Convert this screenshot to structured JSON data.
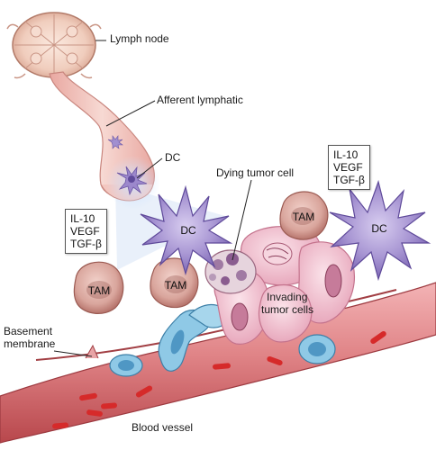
{
  "labels": {
    "lymph_node": "Lymph node",
    "afferent_lymphatic": "Afferent lymphatic",
    "dc_small": "DC",
    "dying_tumor_cell": "Dying tumor cell",
    "basement_membrane_line1": "Basement",
    "basement_membrane_line2": "membrane",
    "invading_line1": "Invading",
    "invading_line2": "tumor cells",
    "blood_vessel": "Blood vessel"
  },
  "cells": {
    "dc_left": "DC",
    "dc_right": "DC",
    "tam_top": "TAM",
    "tam_left": "TAM",
    "tam_middle": "TAM"
  },
  "cytokine_box_left": {
    "line1": "IL-10",
    "line2": "VEGF",
    "line3": "TGF-β"
  },
  "cytokine_box_right": {
    "line1": "IL-10",
    "line2": "VEGF",
    "line3": "TGF-β"
  },
  "colors": {
    "dc_purple": "#9a86c9",
    "tam_pink": "#c98d86",
    "tumor_pink": "#f0c4d2",
    "vessel_red": "#d96a6e",
    "rbc_red": "#d62a2a",
    "lymphocyte_blue": "#8fc9e6"
  }
}
